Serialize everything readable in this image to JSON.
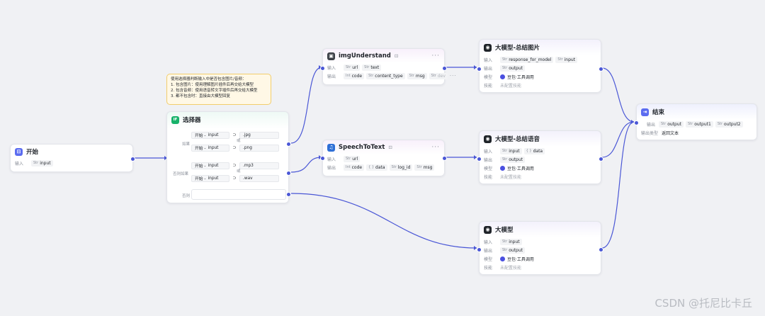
{
  "start": {
    "title": "开始",
    "input_label": "输入",
    "var_type": "Str",
    "var": "input"
  },
  "note": {
    "lines": [
      "使用选择器判断输入中是否包含图片/音频：",
      "1. 包含图片：使用理解图片插件后再交给大模型",
      "2. 包含音频：使用语音转文字插件后再交给大模型",
      "3. 都不包含时：直接由大模型回复"
    ]
  },
  "selector": {
    "title": "选择器",
    "icon": "IF",
    "branch_if": "如果",
    "branch_elif": "否则如果",
    "branch_else": "否则",
    "or_label": "或",
    "op_symbol": "⊃",
    "var_prefix": "开始 -",
    "var_name": "input",
    "conds": [
      ".jpg",
      ".png",
      ".mp3",
      ".wav"
    ]
  },
  "img": {
    "title": "imgUnderstand",
    "input_label": "输入",
    "output_label": "输出",
    "inputs": [
      {
        "t": "Str",
        "v": "url"
      },
      {
        "t": "Str",
        "v": "text"
      }
    ],
    "outputs": [
      {
        "t": "Int",
        "v": "code"
      },
      {
        "t": "Str",
        "v": "content_type"
      },
      {
        "t": "Str",
        "v": "msg"
      },
      {
        "t": "Str",
        "v": "dev"
      }
    ]
  },
  "speech": {
    "title": "SpeechToText",
    "input_label": "输入",
    "output_label": "输出",
    "inputs": [
      {
        "t": "Str",
        "v": "url"
      }
    ],
    "outputs": [
      {
        "t": "Int",
        "v": "code"
      },
      {
        "t": "{ }",
        "v": "data"
      },
      {
        "t": "Str",
        "v": "log_id"
      },
      {
        "t": "Str",
        "v": "msg"
      }
    ]
  },
  "llm1": {
    "title": "大模型-总结图片",
    "input_label": "输入",
    "output_label": "输出",
    "model_label": "模型",
    "skill_label": "技能",
    "inputs": [
      {
        "t": "Str",
        "v": "response_for_model"
      },
      {
        "t": "Str",
        "v": "input"
      }
    ],
    "outputs": [
      {
        "t": "Str",
        "v": "output"
      }
    ],
    "model": "豆包·工具调用",
    "skill": "未配置技能"
  },
  "llm2": {
    "title": "大模型-总结语音",
    "input_label": "输入",
    "output_label": "输出",
    "model_label": "模型",
    "skill_label": "技能",
    "inputs": [
      {
        "t": "Str",
        "v": "input"
      },
      {
        "t": "{ }",
        "v": "data"
      }
    ],
    "outputs": [
      {
        "t": "Str",
        "v": "output"
      }
    ],
    "model": "豆包·工具调用",
    "skill": "未配置技能"
  },
  "llm3": {
    "title": "大模型",
    "input_label": "输入",
    "output_label": "输出",
    "model_label": "模型",
    "skill_label": "技能",
    "inputs": [
      {
        "t": "Str",
        "v": "input"
      }
    ],
    "outputs": [
      {
        "t": "Str",
        "v": "output"
      }
    ],
    "model": "豆包·工具调用",
    "skill": "未配置技能"
  },
  "end": {
    "title": "结束",
    "output_label": "输出",
    "outputs": [
      {
        "t": "Str",
        "v": "output"
      },
      {
        "t": "Str",
        "v": "output1"
      },
      {
        "t": "Str",
        "v": "output2"
      }
    ],
    "output_type_label": "输出类型",
    "output_type": "返回文本"
  },
  "watermark": "CSDN @托尼比卡丘",
  "colors": {
    "edge": "#4a57d6",
    "start_icon": "#5b6cf0",
    "if_icon": "#17b26a",
    "end_icon": "#5b6cf0",
    "note_bg": "#fff8e6"
  }
}
